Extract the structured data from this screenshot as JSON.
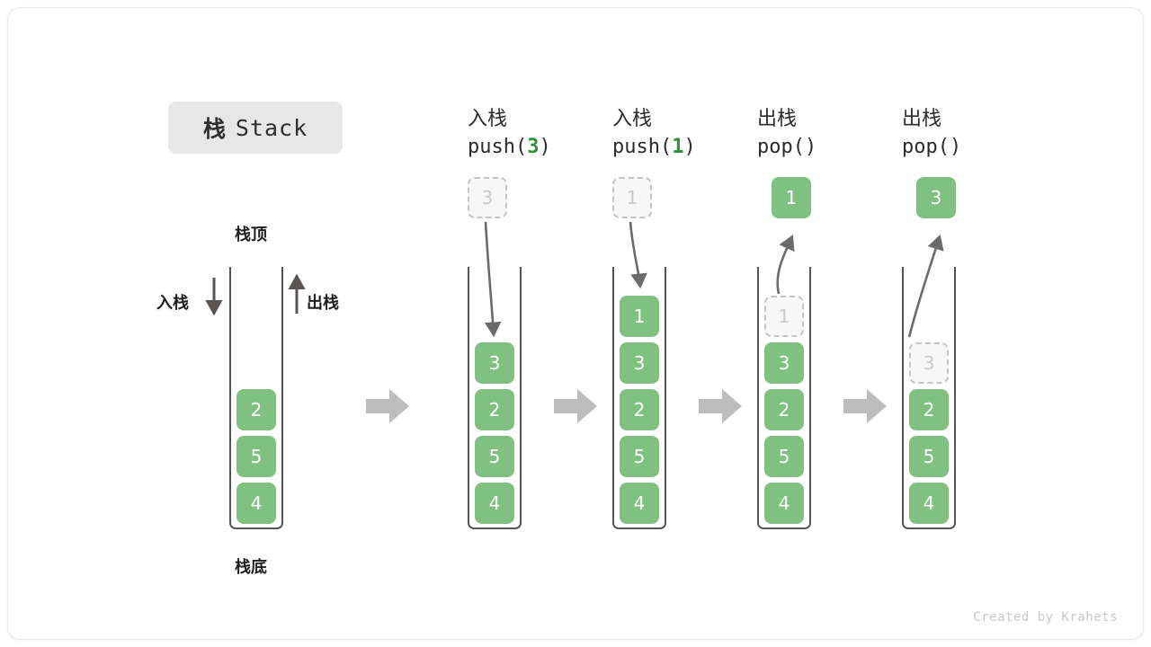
{
  "title": {
    "cn": "栈",
    "en": "Stack"
  },
  "labels": {
    "top": "栈顶",
    "bottom": "栈底",
    "push": "入栈",
    "pop": "出栈"
  },
  "footer": "Created by Krahets",
  "colors": {
    "cell_fill": "#80c080",
    "cell_text": "#ffffff",
    "ghost_fill": "#f7f7f7",
    "ghost_border": "#c4c4c4",
    "ghost_text": "#c9c9c9",
    "wall": "#555555",
    "arrow": "#bdbdbd",
    "curve_arrow": "#6b6b6b",
    "accent_green": "#2f8f3f",
    "badge_bg": "#e7e7e7"
  },
  "chart_data": {
    "type": "diagram",
    "title": "栈 Stack",
    "description": "Stack push and pop operation sequence",
    "steps": [
      {
        "id": "initial",
        "op_cn": "",
        "op_fn": "",
        "op_arg": "",
        "stack_top_to_bottom": [
          "2",
          "5",
          "4"
        ],
        "ghost": null,
        "floating": null
      },
      {
        "id": "push-3",
        "op_cn": "入栈",
        "op_fn_prefix": "push(",
        "op_arg": "3",
        "op_fn_suffix": ")",
        "stack_top_to_bottom": [
          "3",
          "2",
          "5",
          "4"
        ],
        "ghost": {
          "value": "3",
          "position": "above-stack"
        },
        "floating": null
      },
      {
        "id": "push-1",
        "op_cn": "入栈",
        "op_fn_prefix": "push(",
        "op_arg": "1",
        "op_fn_suffix": ")",
        "stack_top_to_bottom": [
          "1",
          "3",
          "2",
          "5",
          "4"
        ],
        "ghost": {
          "value": "1",
          "position": "above-stack"
        },
        "floating": null
      },
      {
        "id": "pop-1",
        "op_cn": "出栈",
        "op_fn_prefix": "pop(",
        "op_arg": "",
        "op_fn_suffix": ")",
        "stack_top_to_bottom": [
          "3",
          "2",
          "5",
          "4"
        ],
        "ghost": {
          "value": "1",
          "position": "in-stack-top"
        },
        "floating": {
          "value": "1"
        }
      },
      {
        "id": "pop-2",
        "op_cn": "出栈",
        "op_fn_prefix": "pop(",
        "op_arg": "",
        "op_fn_suffix": ")",
        "stack_top_to_bottom": [
          "2",
          "5",
          "4"
        ],
        "ghost": {
          "value": "3",
          "position": "in-stack-top"
        },
        "floating": {
          "value": "3"
        }
      }
    ],
    "flow_arrows": 4,
    "legend": [
      "入栈 push",
      "出栈 pop"
    ]
  }
}
